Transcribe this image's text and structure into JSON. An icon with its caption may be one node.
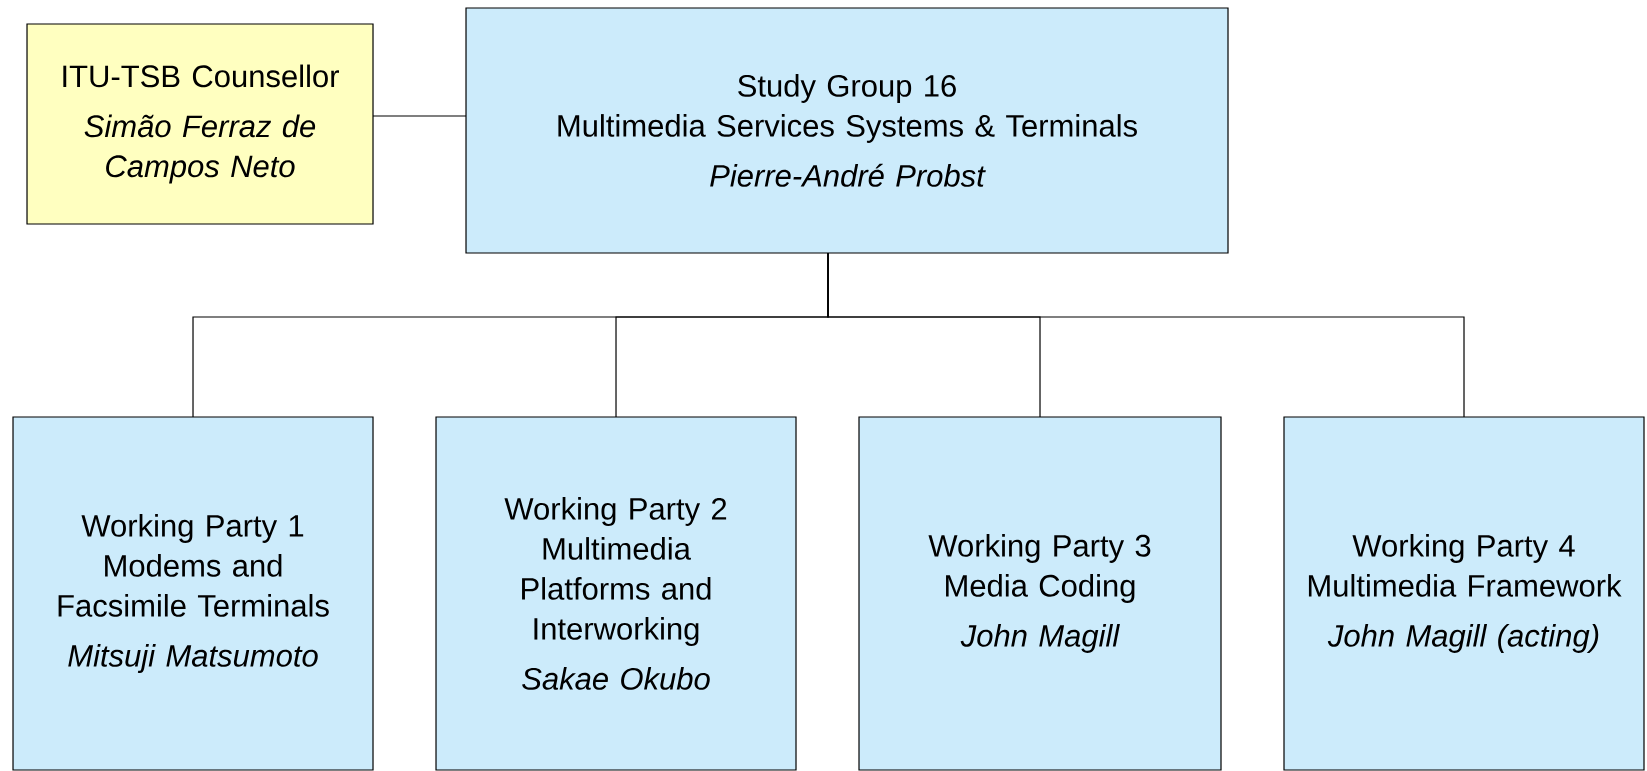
{
  "diagram": {
    "nodes": [
      {
        "text": [
          "ITU-TSB Counsellor",
          "Simão Ferraz de Campos Neto"
        ]
      },
      {
        "text": [
          "Study Group 16",
          "Multimedia Services Systems & Terminals",
          "Pierre-André Probst"
        ]
      },
      {
        "text": [
          "Working Party 1",
          "Modems and Facsimile Terminals",
          "Mitsuji Matsumoto"
        ]
      },
      {
        "text": [
          "Working Party 2",
          "Multimedia Platforms and Interworking",
          "Sakae Okubo"
        ]
      },
      {
        "text": [
          "Working Party 3",
          "Media Coding",
          "John Magill"
        ]
      },
      {
        "text": [
          "Working Party 4",
          "Multimedia Framework",
          "John Magill (acting)"
        ]
      }
    ],
    "edges": [
      {
        "from": 0,
        "to": 1,
        "arrow": "none"
      },
      {
        "from": 1,
        "to": 2,
        "arrow": "none"
      },
      {
        "from": 1,
        "to": 3,
        "arrow": "none"
      },
      {
        "from": 1,
        "to": 4,
        "arrow": "none"
      },
      {
        "from": 1,
        "to": 5,
        "arrow": "none"
      }
    ]
  }
}
